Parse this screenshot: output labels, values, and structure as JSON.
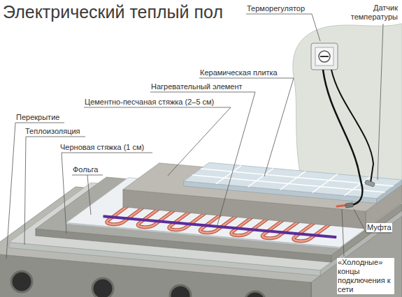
{
  "diagram": {
    "title": "Электрический теплый пол",
    "labels": [
      "Терморегулятор",
      "Датчик температуры",
      "Керамическая плитка",
      "Нагревательный элемент",
      "Цементно-песчаная стяжка (2–5 см)",
      "Перекрытие",
      "Теплоизоляция",
      "Черновая стяжка (1 см)",
      "Фольга",
      "Муфта",
      "«Холодные» концы подключения к сети"
    ]
  }
}
